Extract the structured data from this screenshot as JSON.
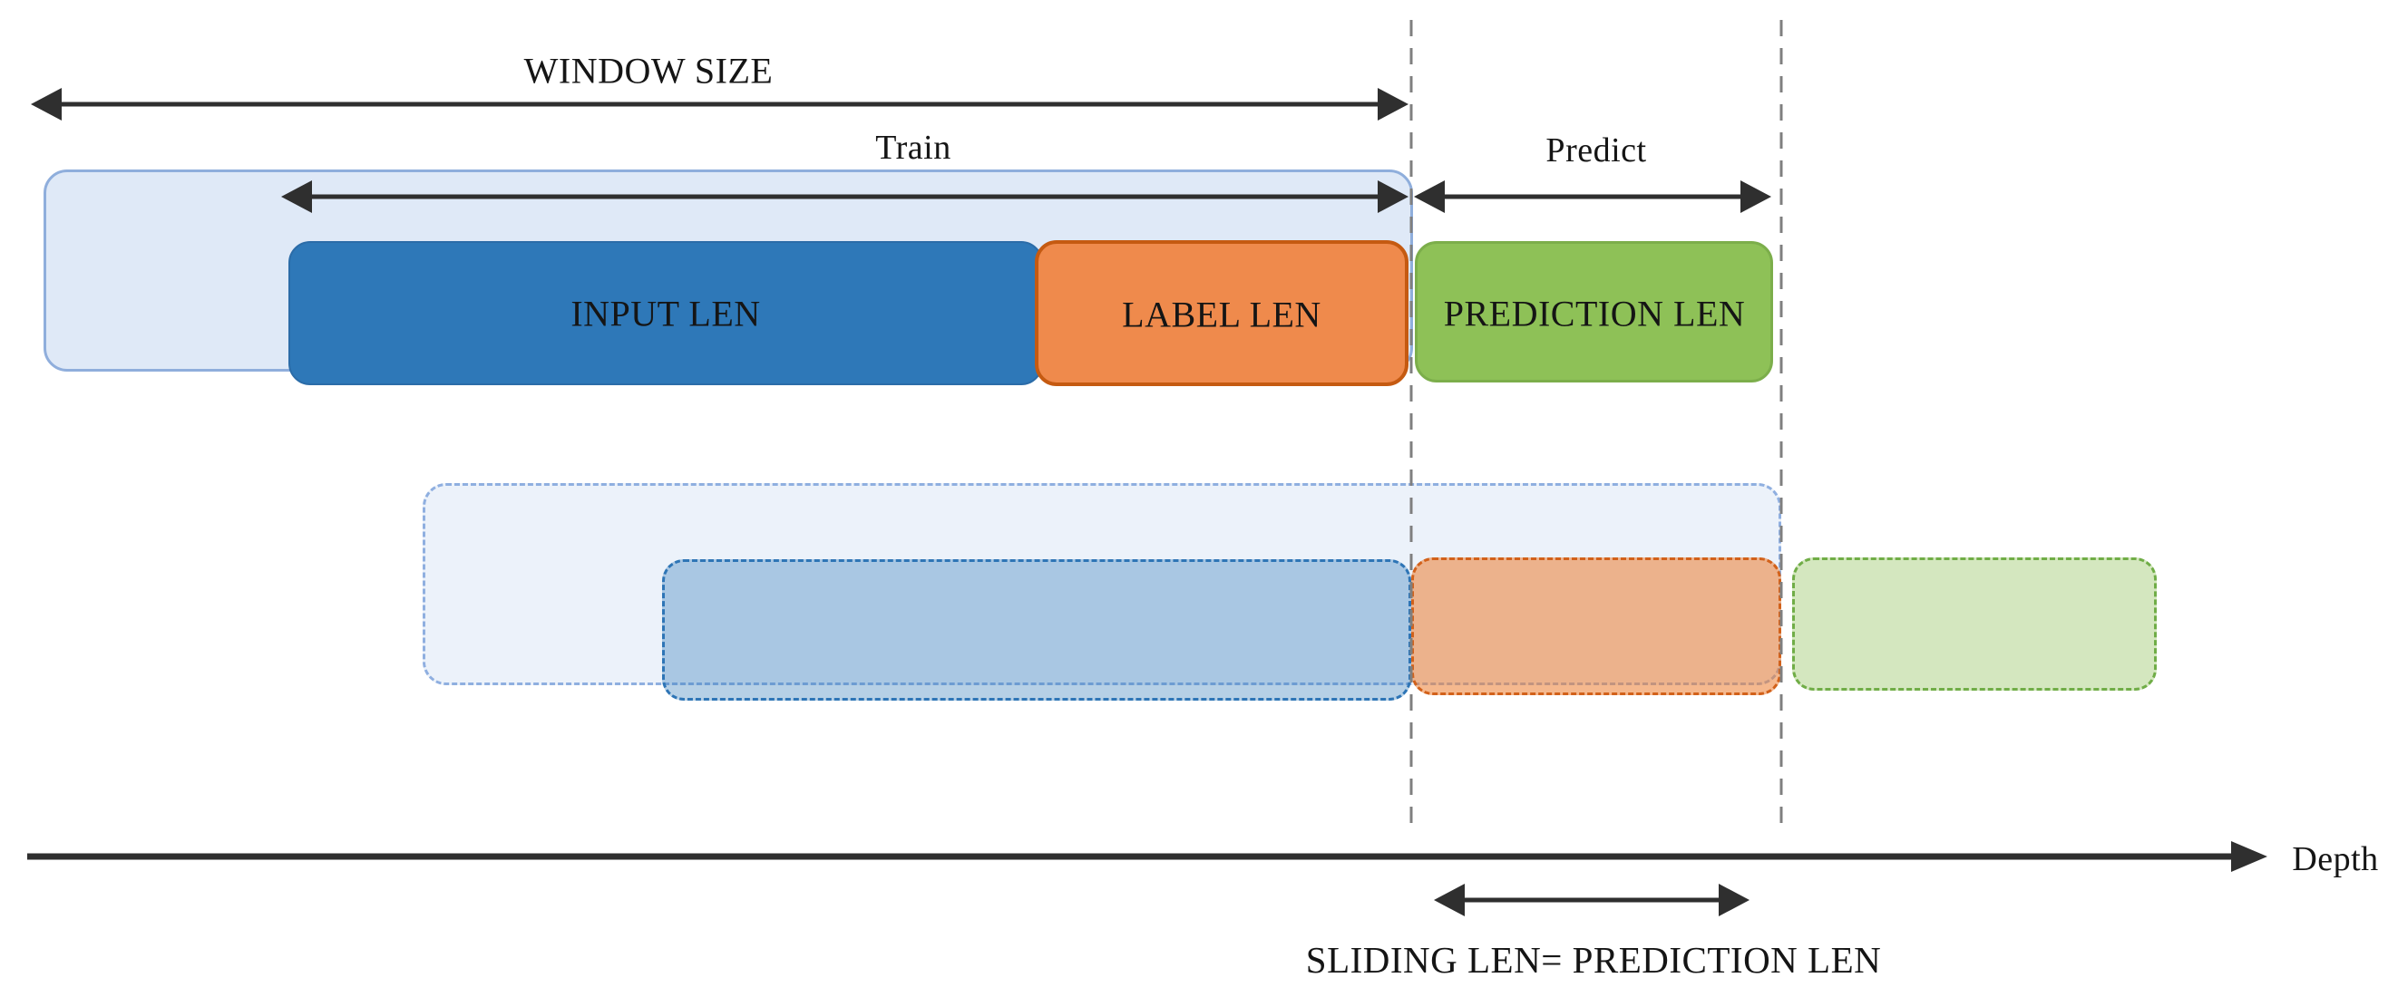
{
  "diagram": {
    "annotations": {
      "window_size": "WINDOW SIZE",
      "train": "Train",
      "predict": "Predict",
      "sliding": "SLIDING LEN= PREDICTION LEN",
      "depth": "Depth"
    },
    "bars": {
      "input_len": "INPUT LEN",
      "label_len": "LABEL LEN",
      "prediction_len": "PREDICTION LEN"
    },
    "colors": {
      "window_fill": "#DFE9F7",
      "window_border": "#8FAEDC",
      "input_fill": "#2E78B8",
      "label_fill": "#EF8A4C",
      "label_border": "#C55A11",
      "prediction_fill": "#8EC157",
      "guide_dashed_line": "#7F7F7F",
      "arrow": "#2F2F2F",
      "text": "#151515"
    }
  }
}
